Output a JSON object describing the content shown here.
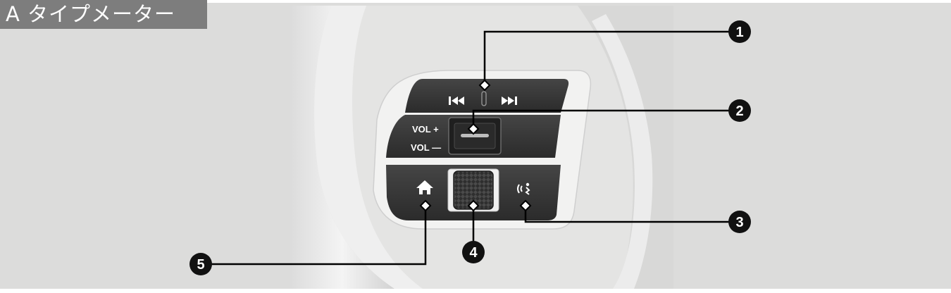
{
  "title": "A タイプメーター",
  "switch_labels": {
    "vol_up": "VOL +",
    "vol_down": "VOL —"
  },
  "callouts": [
    {
      "number": "1"
    },
    {
      "number": "2"
    },
    {
      "number": "3"
    },
    {
      "number": "4"
    },
    {
      "number": "5"
    }
  ],
  "icons": {
    "skip_back": "skip-back-icon",
    "skip_forward": "skip-forward-icon",
    "home": "home-icon",
    "voice": "voice-command-icon",
    "thumbwheel": "thumbwheel-icon",
    "volume_rocker": "volume-rocker-icon"
  },
  "colors": {
    "background": "#dcdcdb",
    "photo_panel": "#e6e6e5",
    "switch_panel": "#3a3a3a",
    "callout": "#111111"
  }
}
